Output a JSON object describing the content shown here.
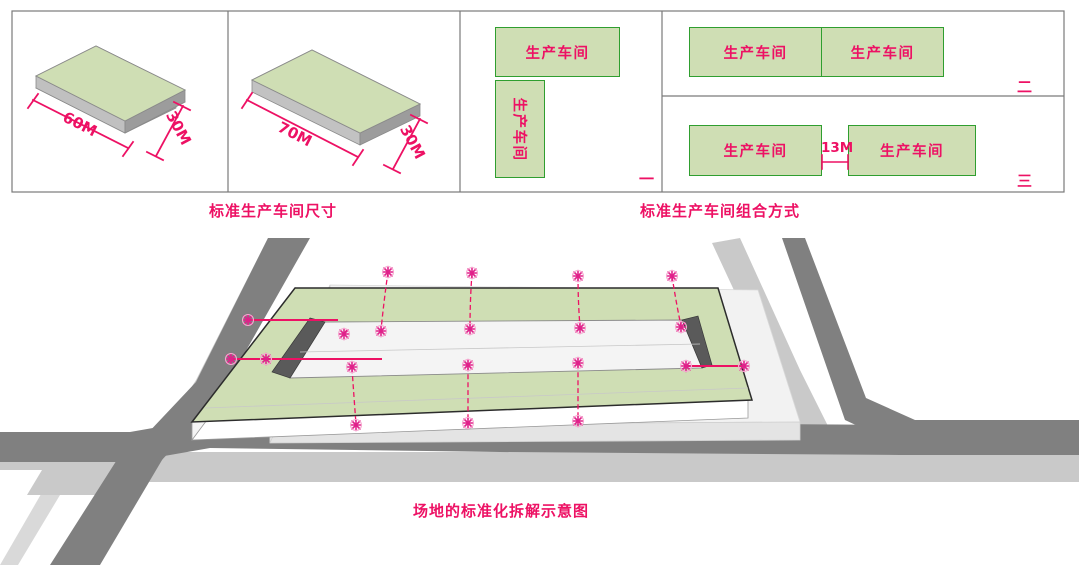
{
  "page": {
    "background": "#ffffff",
    "accent_pink": "#ED1164",
    "block_green": "#cfdeb4",
    "block_border_green": "#2f9e2f",
    "road_gray": "#808080",
    "road_edge_gray": "#c9c9c9",
    "frame_gray": "#7a7a7a"
  },
  "captions": {
    "standard_size": "标准生产车间尺寸",
    "combination_modes": "标准生产车间组合方式",
    "site_breakdown": "场地的标准化拆解示意图"
  },
  "size_panels": [
    {
      "id": "block-60x30",
      "length_label": "60M",
      "width_label": "30M"
    },
    {
      "id": "block-70x30",
      "length_label": "70M",
      "width_label": "30M"
    }
  ],
  "combination_panels": [
    {
      "id": "mode-one",
      "marker": "一",
      "units": [
        {
          "label": "生产车间",
          "orientation": "horizontal"
        },
        {
          "label": "生产车间",
          "orientation": "vertical"
        }
      ]
    },
    {
      "id": "mode-two",
      "marker": "二",
      "units": [
        {
          "label": "生产车间",
          "orientation": "horizontal"
        },
        {
          "label": "生产车间",
          "orientation": "horizontal"
        }
      ]
    },
    {
      "id": "mode-three",
      "marker": "三",
      "gap_label": "13M",
      "units": [
        {
          "label": "生产车间",
          "orientation": "horizontal"
        },
        {
          "label": "生产车间",
          "orientation": "horizontal"
        }
      ]
    }
  ]
}
